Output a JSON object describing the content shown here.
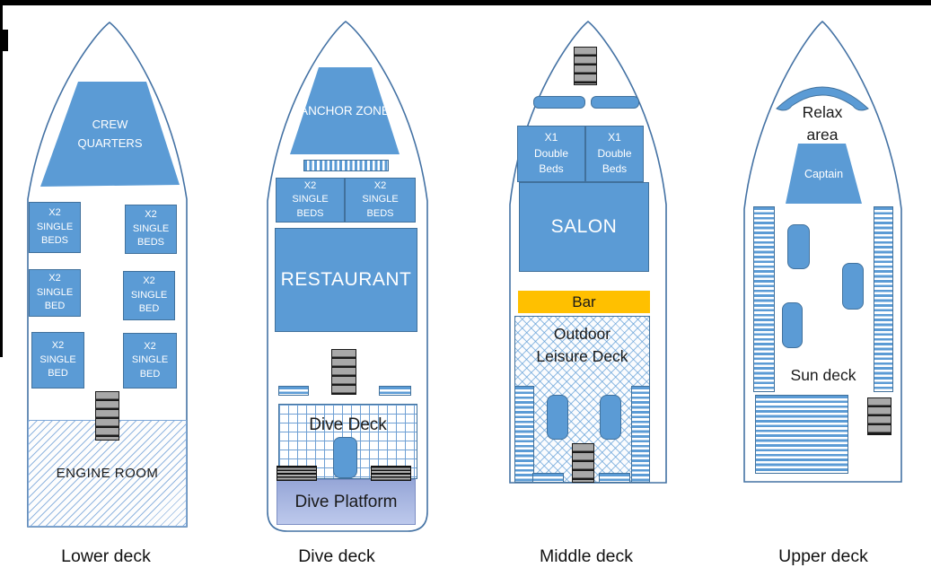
{
  "decks": [
    {
      "name": "Lower deck",
      "crew_quarters": "CREW QUARTERS",
      "beds": [
        "X2 SINGLE BEDS",
        "X2 SINGLE BEDS",
        "X2 SINGLE BED",
        "X2 SINGLE BED",
        "X2 SINGLE BED",
        "X2 SINGLE BED"
      ],
      "engine_room": "ENGINE ROOM"
    },
    {
      "name": "Dive deck",
      "anchor_zone": "ANCHOR ZONE",
      "beds": [
        "X2 SINGLE BEDS",
        "X2 SINGLE BEDS"
      ],
      "restaurant": "RESTAURANT",
      "dive_deck": "Dive Deck",
      "dive_platform": "Dive Platform"
    },
    {
      "name": "Middle deck",
      "beds": [
        "X1 Double Beds",
        "X1 Double Beds"
      ],
      "salon": "SALON",
      "bar": "Bar",
      "leisure_deck": "Outdoor Leisure Deck"
    },
    {
      "name": "Upper deck",
      "relax_area": "Relax area",
      "captain": "Captain",
      "sun_deck": "Sun deck"
    }
  ],
  "colors": {
    "room_fill": "#5b9bd5",
    "room_border": "#41719c",
    "hull_outline": "#4472a4",
    "bar_fill": "#ffc000",
    "stairs_fill": "#a6a6a6",
    "platform_top": "#96a6d7",
    "platform_bottom": "#bdc9ec"
  }
}
